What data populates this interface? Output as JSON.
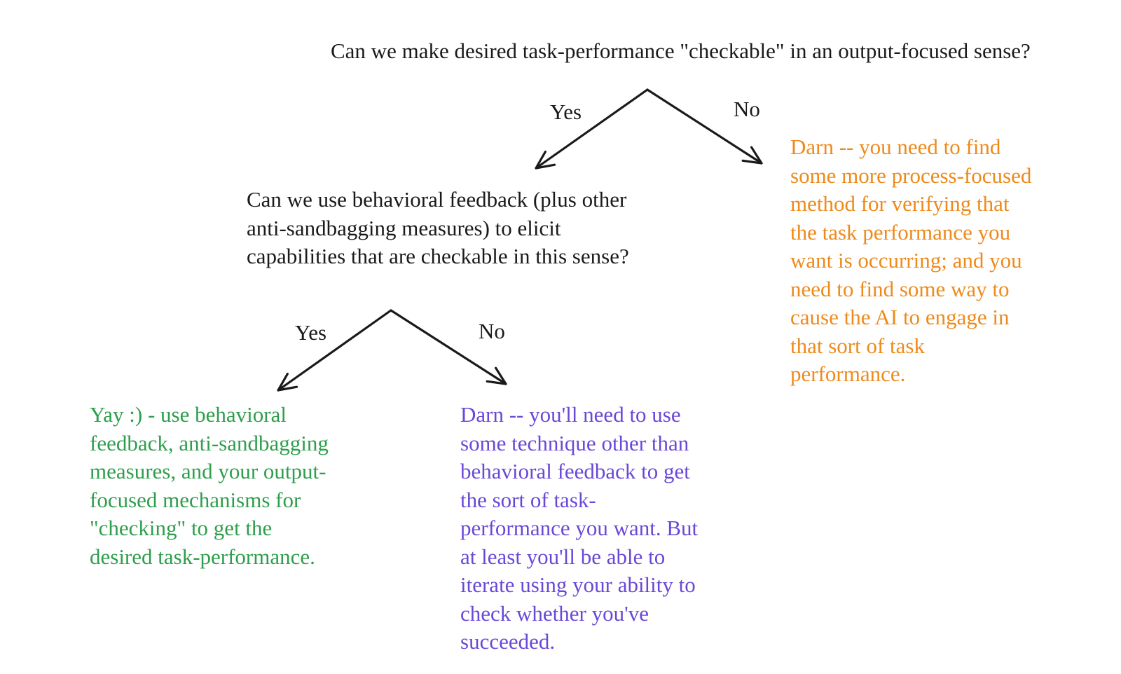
{
  "diagram": {
    "type": "decision-tree",
    "colors": {
      "question_text": "#1a1a1a",
      "arrow": "#1a1a1a",
      "outcome_no_level1": "#ee8a1b",
      "outcome_yes_level2": "#2e9e4c",
      "outcome_no_level2": "#6a48d7"
    },
    "root_question": {
      "text": "Can we make desired task-performance \"checkable\" in an output-focused sense?"
    },
    "level1": {
      "yes_label": "Yes",
      "no_label": "No",
      "no_outcome": {
        "color": "#ee8a1b",
        "lines": [
          "Darn -- you need to find",
          "some more process-focused",
          "method for verifying that",
          "the task performance you",
          "want is occurring; and you",
          "need to find some way to",
          "cause the AI to engage in",
          "that sort of task",
          "performance."
        ]
      },
      "yes_question": {
        "color": "#1a1a1a",
        "lines": [
          "Can we use behavioral feedback (plus other",
          "anti-sandbagging measures) to elicit",
          "capabilities that are checkable in this sense?"
        ]
      }
    },
    "level2": {
      "yes_label": "Yes",
      "no_label": "No",
      "yes_outcome": {
        "color": "#2e9e4c",
        "lines": [
          "Yay :) - use behavioral",
          "feedback, anti-sandbagging",
          "measures, and your output-",
          "focused mechanisms for",
          "\"checking\" to get the",
          "desired task-performance."
        ]
      },
      "no_outcome": {
        "color": "#6a48d7",
        "lines": [
          "Darn -- you'll need to use",
          "some technique other than",
          "behavioral feedback to get",
          "the sort of task-",
          "performance you want. But",
          "at least you'll be able to",
          "iterate using your ability to",
          "check whether you've",
          "succeeded."
        ]
      }
    }
  }
}
